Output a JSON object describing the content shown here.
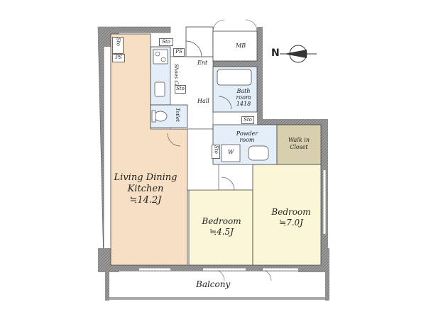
{
  "rooms": {
    "ldk": {
      "line1": "Living Dining",
      "line2": "Kitchen",
      "size": "≒14.2J"
    },
    "bedroom1": {
      "name": "Bedroom",
      "size": "≒4.5J"
    },
    "bedroom2": {
      "name": "Bedroom",
      "size": "≒7.0J"
    },
    "bath": {
      "line1": "Bath",
      "line2": "room",
      "line3": "1418"
    },
    "powder": {
      "line1": "Powder",
      "line2": "room"
    },
    "walkin": {
      "line1": "Walk in",
      "line2": "Closet"
    },
    "balcony": "Balcony",
    "entrance": "Ent",
    "hall": "Hall",
    "toilet": "Toilet",
    "mb": "MB"
  },
  "fixtures": {
    "sto": "Sto",
    "ps": "PS",
    "shoe_closet": "Shoes Cl.",
    "washer": "W"
  },
  "compass": {
    "label": "N"
  },
  "colors": {
    "floor_ldk": "#f7dfc4",
    "floor_bedroom": "#fcf6d8",
    "floor_wet": "#e3eef8",
    "walkin": "#d8cfae",
    "wall": "#8a8a8a"
  }
}
